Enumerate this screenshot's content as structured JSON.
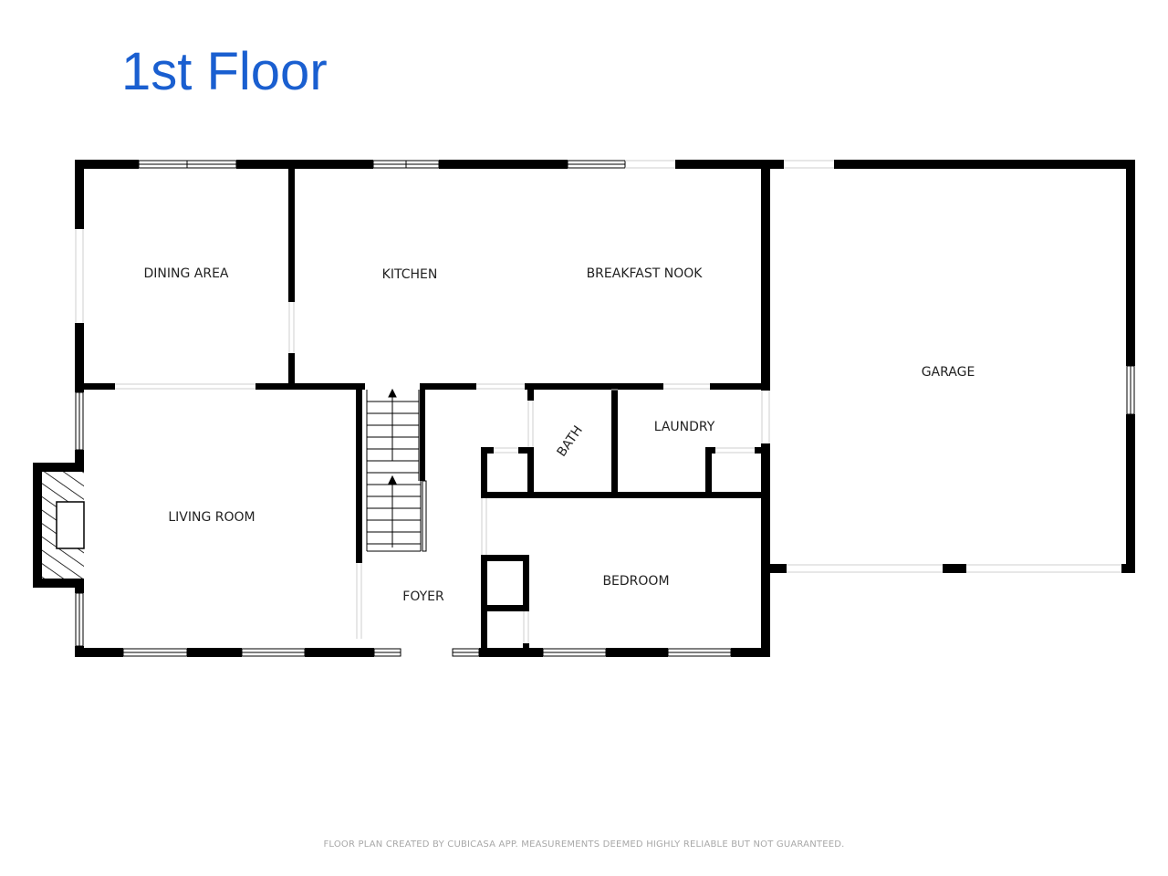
{
  "title": "1st Floor",
  "rooms": {
    "dining_area": "DINING AREA",
    "kitchen": "KITCHEN",
    "breakfast_nook": "BREAKFAST NOOK",
    "garage": "GARAGE",
    "living_room": "LIVING ROOM",
    "bath": "BATH",
    "laundry": "LAUNDRY",
    "bedroom": "BEDROOM",
    "foyer": "FOYER"
  },
  "footer": "FLOOR PLAN CREATED BY CUBICASA APP. MEASUREMENTS DEEMED HIGHLY RELIABLE BUT NOT GUARANTEED.",
  "colors": {
    "title": "#1a5fd0",
    "walls": "#000000",
    "footer": "#a8a8a8"
  }
}
